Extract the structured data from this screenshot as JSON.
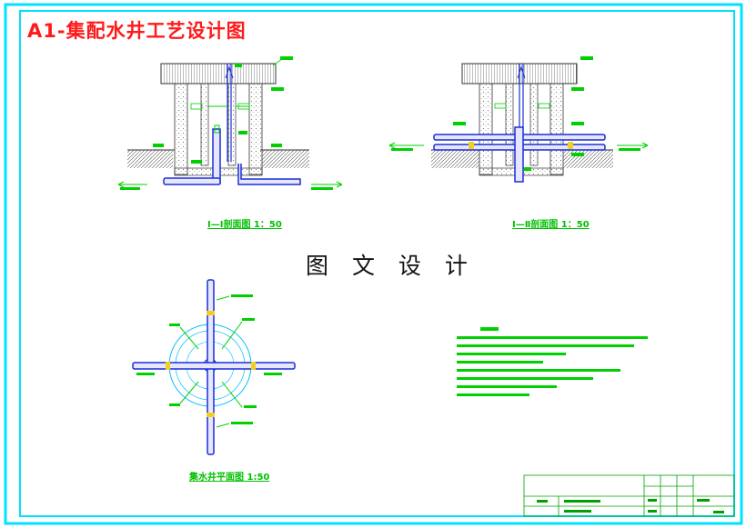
{
  "drawing": {
    "title": "A1-集配水井工艺设计图",
    "watermark": "图 文 设 计",
    "sections": [
      {
        "caption": "Ⅰ—Ⅰ剖面图    1：50"
      },
      {
        "caption": "Ⅰ—Ⅱ剖面图    1：50"
      },
      {
        "caption": "集水井平面图    1:50"
      }
    ]
  },
  "colors": {
    "frame": "#00e0ff",
    "pipe": "#1a2fd6",
    "annotation": "#00d000",
    "valve": "#f2d020",
    "wall": "#3a3a3a",
    "title": "#ff1a1a"
  }
}
